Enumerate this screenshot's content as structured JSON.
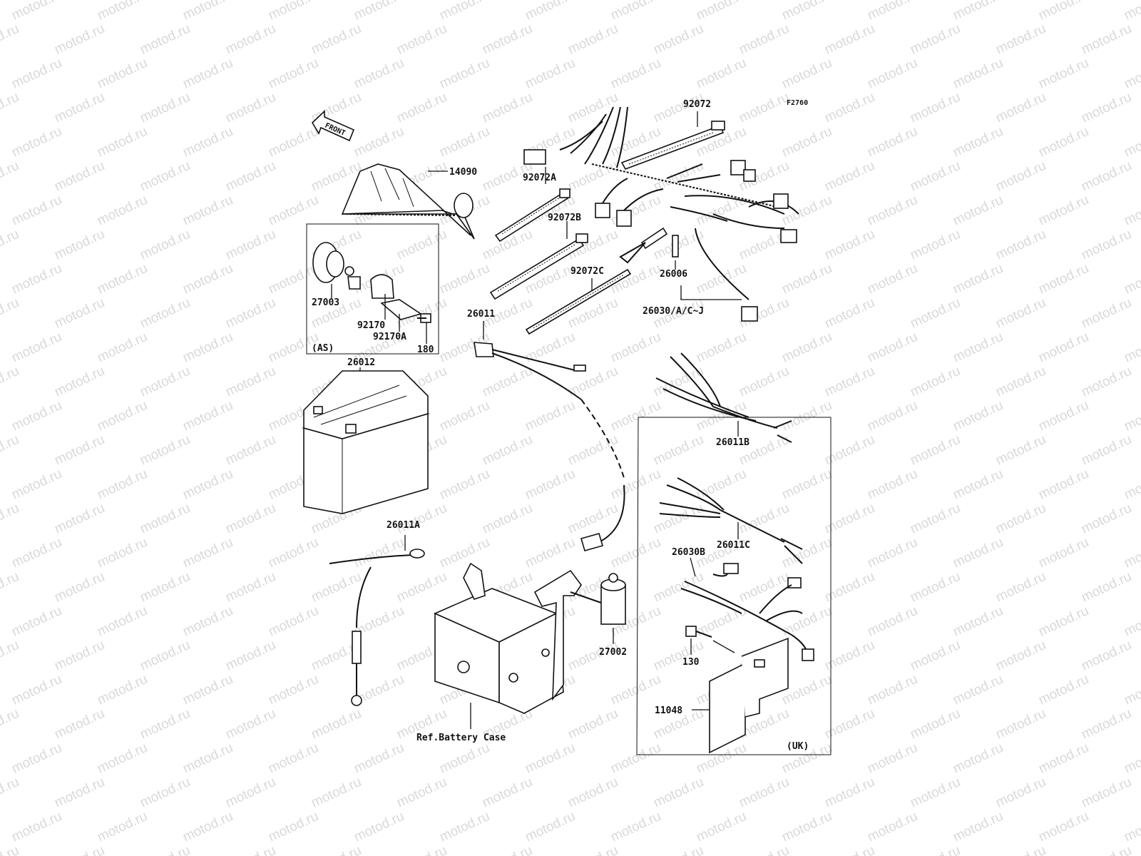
{
  "figure_code": "F2760",
  "watermark": "motod.ru",
  "front_arrow_text": "FRONT",
  "box_as_tag": "(AS)",
  "box_uk_tag": "(UK)",
  "ref_battery_case": "Ref.Battery Case",
  "labels": {
    "p92072": "92072",
    "p92072A": "92072A",
    "p92072B": "92072B",
    "p92072C": "92072C",
    "p14090": "14090",
    "p26006": "26006",
    "p26030": "26030/A/C~J",
    "p27003": "27003",
    "p92170": "92170",
    "p92170A": "92170A",
    "p180": "180",
    "p26011": "26011",
    "p26012": "26012",
    "p26011B": "26011B",
    "p26011C": "26011C",
    "p26030B": "26030B",
    "p26011A": "26011A",
    "p27002": "27002",
    "p130": "130",
    "p11048": "11048"
  }
}
